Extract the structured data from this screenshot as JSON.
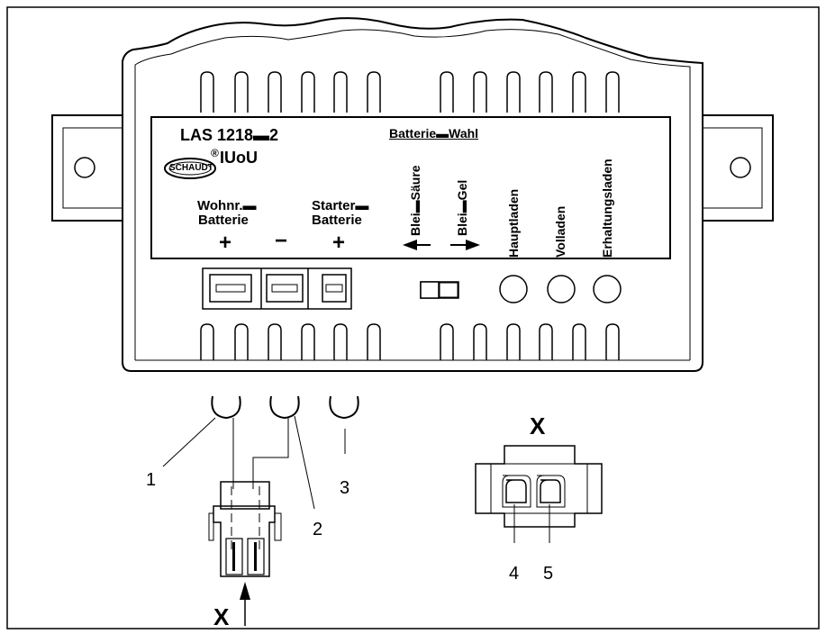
{
  "panel": {
    "model": "LAS 1218▬2",
    "mode": "IUoU",
    "brand": "SCHAUDT",
    "registered": "®",
    "wohnr_line1": "Wohnr.▬",
    "wohnr_line2": "Batterie",
    "starter_line1": "Starter▬",
    "starter_line2": "Batterie",
    "plus": "+",
    "minus": "−",
    "batterie_wahl": "Batterie▬Wahl",
    "blei_saeure": "Blei▬Säure",
    "blei_gel": "Blei▬Gel",
    "hauptladen": "Hauptladen",
    "volladen": "Volladen",
    "erhaltungsladen": "Erhaltungsladen"
  },
  "callouts": {
    "n1": "1",
    "n2": "2",
    "n3": "3",
    "n4": "4",
    "n5": "5",
    "x_top": "X",
    "x_bottom": "X"
  }
}
